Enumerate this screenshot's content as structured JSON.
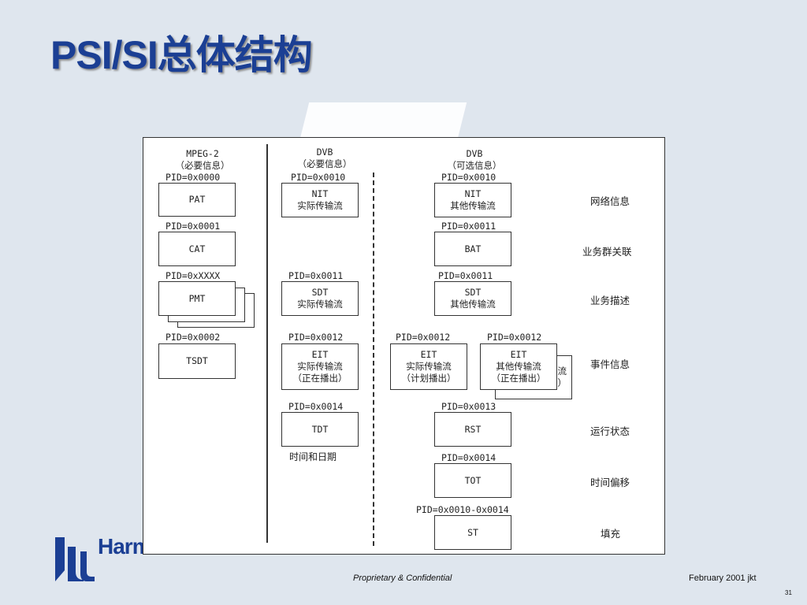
{
  "title": "PSI/SI总体结构",
  "logo_text": "Harmonic",
  "footer": {
    "center": "Proprietary & Confidential",
    "right": "February 2001 jkt",
    "page": "31"
  },
  "columns": {
    "mpeg": {
      "line1": "MPEG-2",
      "line2": "（必要信息）"
    },
    "dvb_req": {
      "line1": "DVB",
      "line2": "（必要信息）"
    },
    "dvb_opt": {
      "line1": "DVB",
      "line2": "（可选信息）"
    }
  },
  "pids": {
    "pat": "PID=0x0000",
    "cat": "PID=0x0001",
    "pmt": "PID=0xXXXX",
    "tsdt": "PID=0x0002",
    "nit_actual": "PID=0x0010",
    "sdt_actual": "PID=0x0011",
    "eit_actual": "PID=0x0012",
    "tdt": "PID=0x0014",
    "nit_other": "PID=0x0010",
    "bat": "PID=0x0011",
    "sdt_other": "PID=0x0011",
    "eit_sched": "PID=0x0012",
    "eit_other": "PID=0x0012",
    "rst": "PID=0x0013",
    "tot": "PID=0x0014",
    "st": "PID=0x0010-0x0014"
  },
  "boxes": {
    "pat": "PAT",
    "cat": "CAT",
    "pmt": "PMT",
    "tsdt": "TSDT",
    "nit_actual": {
      "l1": "NIT",
      "l2": "实际传输流"
    },
    "sdt_actual": {
      "l1": "SDT",
      "l2": "实际传输流"
    },
    "eit_actual": {
      "l1": "EIT",
      "l2": "实际传输流",
      "l3": "（正在播出）"
    },
    "tdt": "TDT",
    "tdt_caption": "时间和日期",
    "nit_other": {
      "l1": "NIT",
      "l2": "其他传输流"
    },
    "bat": "BAT",
    "sdt_other": {
      "l1": "SDT",
      "l2": "其他传输流"
    },
    "eit_sched": {
      "l1": "EIT",
      "l2": "实际传输流",
      "l3": "（计划播出）"
    },
    "eit_other": {
      "l1": "EIT",
      "l2": "其他传输流",
      "l3": "（正在播出）"
    },
    "eit_other_back": {
      "l1": "流",
      "l2": "（计划播出）"
    },
    "rst": "RST",
    "tot": "TOT",
    "st": "ST"
  },
  "descriptions": {
    "network": "网络信息",
    "bouquet": "业务群关联",
    "service": "业务描述",
    "event": "事件信息",
    "running": "运行状态",
    "time_offset": "时间偏移",
    "stuffing": "填充"
  }
}
